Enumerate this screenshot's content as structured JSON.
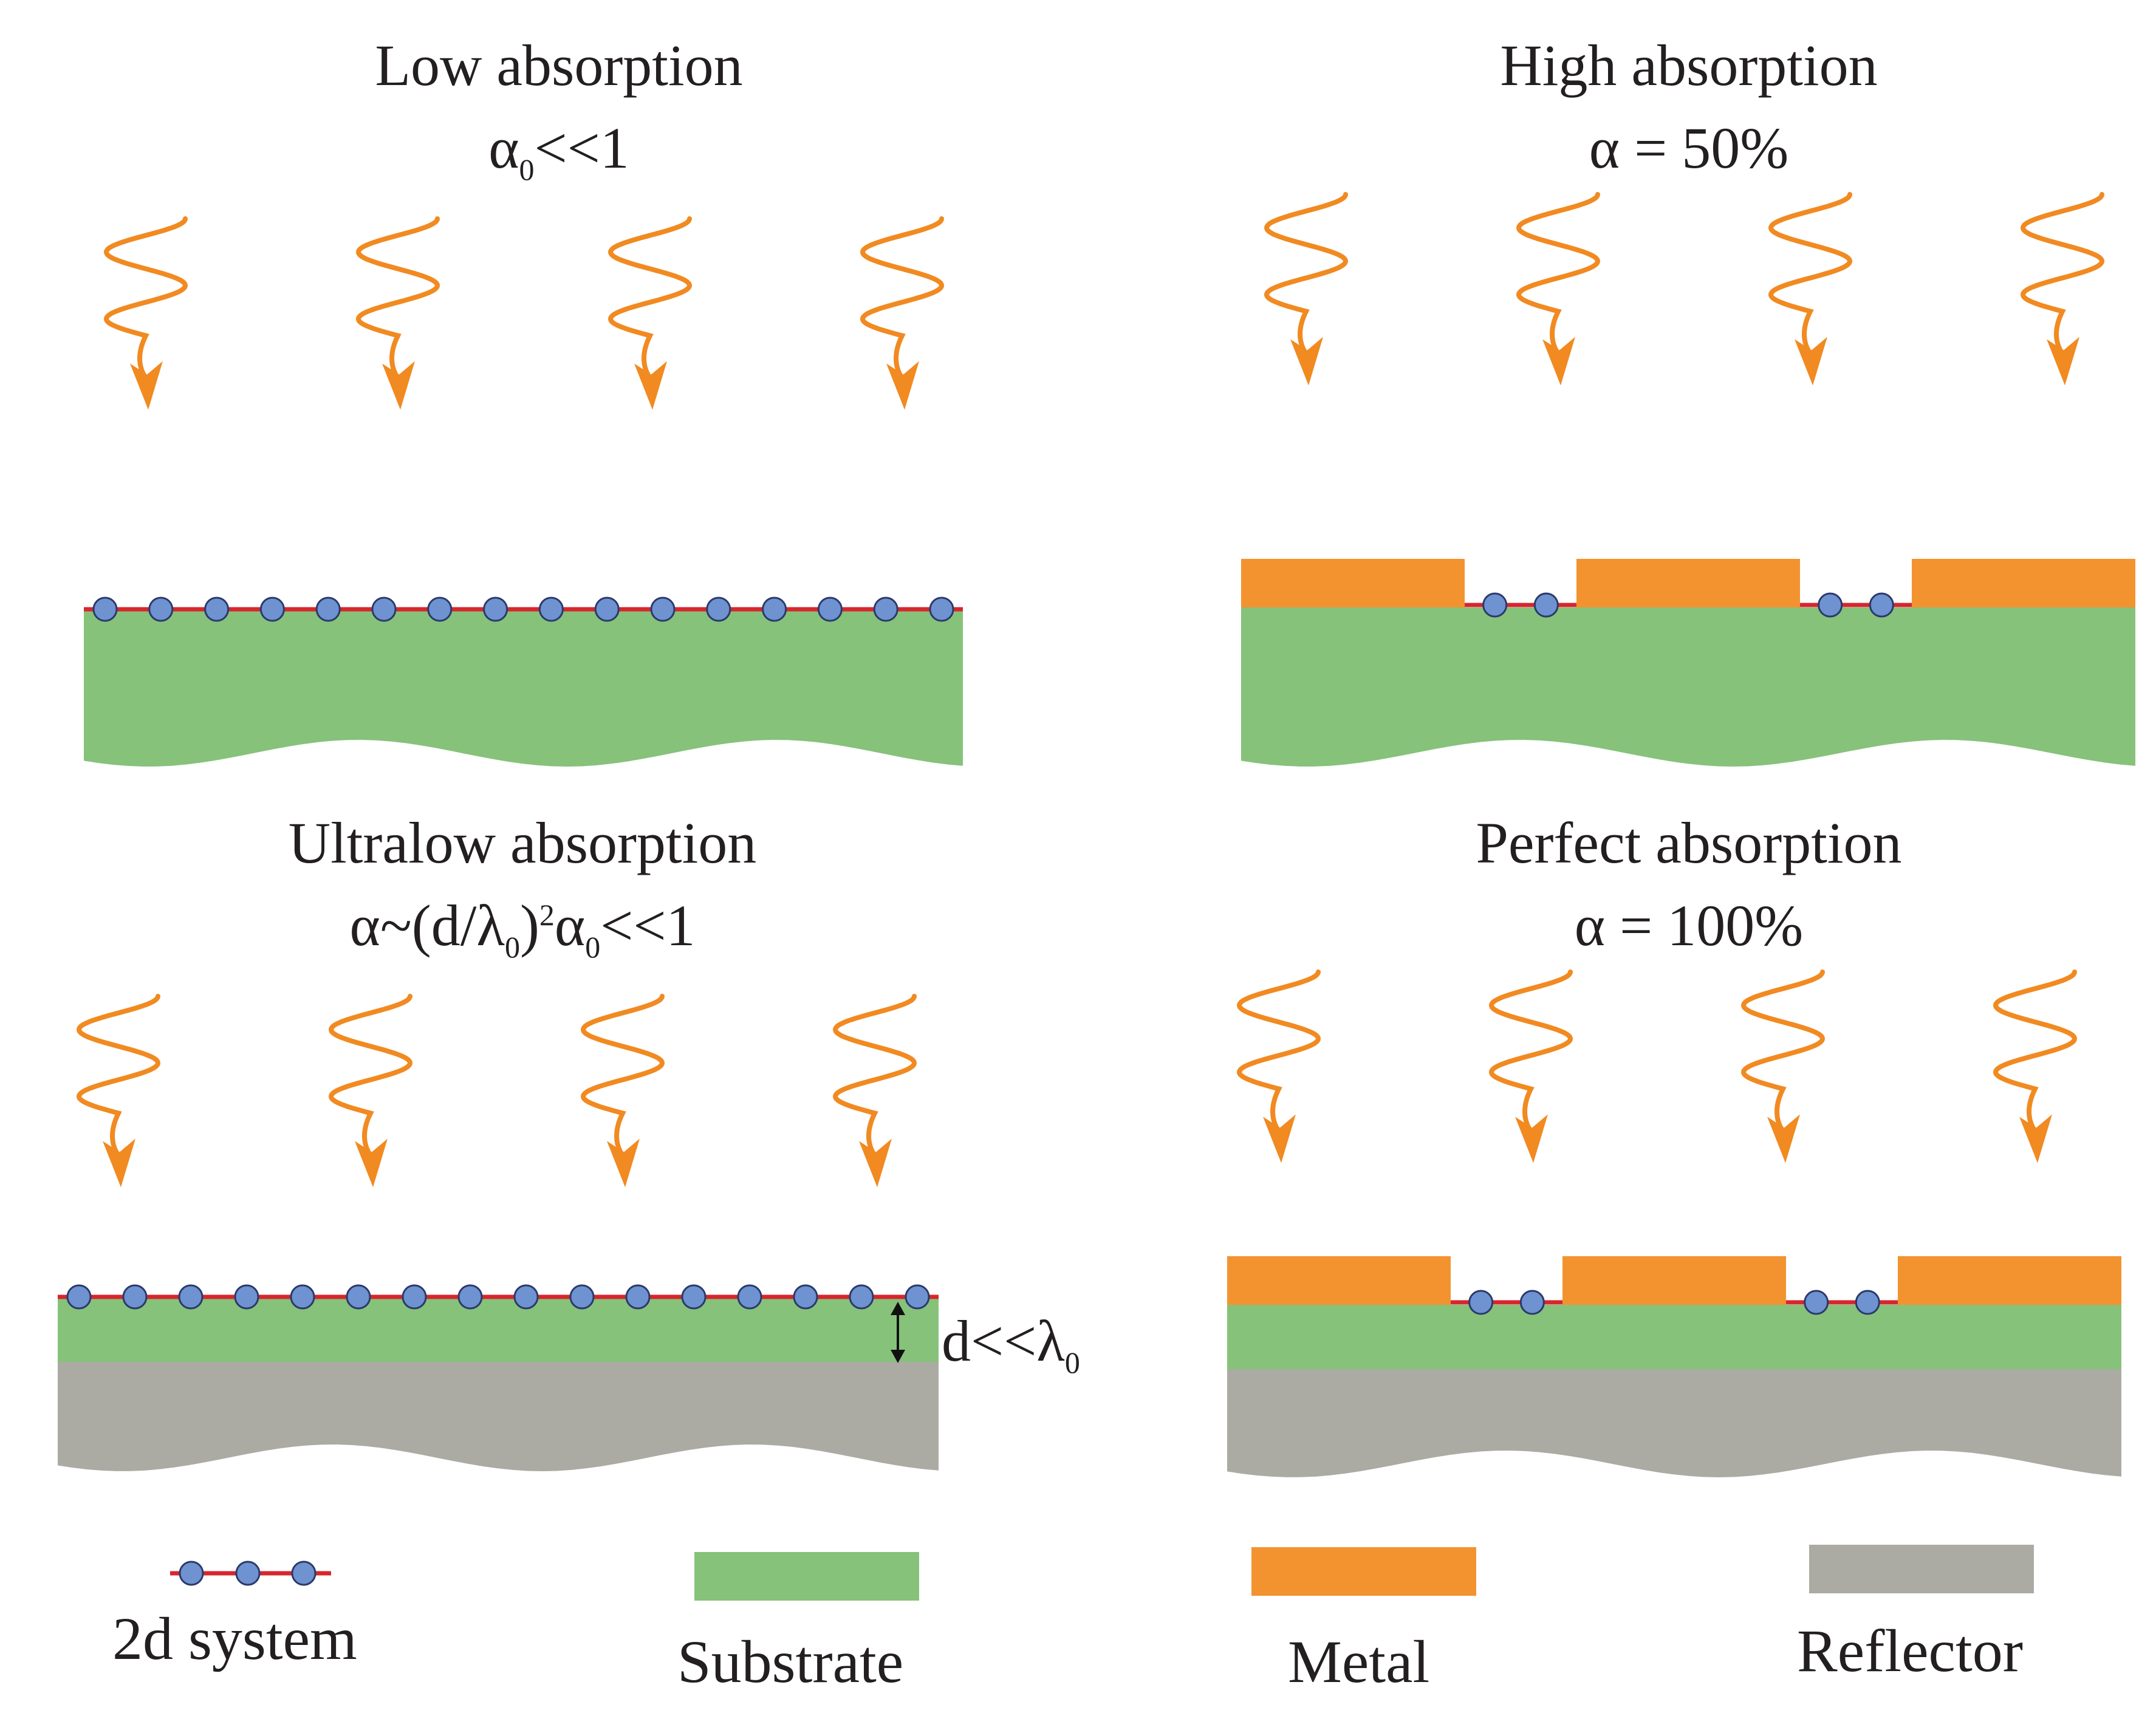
{
  "colors": {
    "wave": "#f18a21",
    "substrate": "#86c27a",
    "metal": "#f39330",
    "reflector": "#ababa3",
    "line": "#d7262d",
    "dot": "#6f92d0",
    "dot_stroke": "#2b3a6b",
    "text": "#231f20"
  },
  "panels": {
    "top_left": {
      "title": "Low absorption",
      "formula": {
        "sym": "α",
        "sub": "0",
        "rest": "<<1"
      }
    },
    "top_right": {
      "title": "High absorption",
      "formula": "α = 50%"
    },
    "bottom_left": {
      "title": "Ultralow absorption",
      "formula": {
        "a": "α~(d/λ",
        "a_sub": "0",
        "b": ")",
        "b_sup": "2",
        "c": "α",
        "c_sub": "0",
        "d": "<<1"
      },
      "thickness_label": {
        "main": "d<<λ",
        "sub": "0"
      }
    },
    "bottom_right": {
      "title": "Perfect absorption",
      "formula": "α = 100%"
    }
  },
  "legend": {
    "two_d": "2d system",
    "substrate": "Substrate",
    "metal": "Metal",
    "reflector": "Reflector"
  }
}
